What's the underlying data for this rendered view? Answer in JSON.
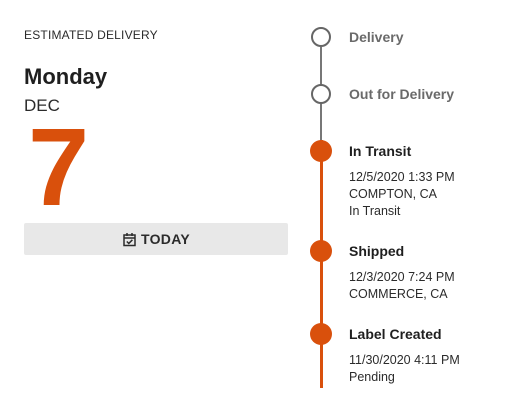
{
  "colors": {
    "accent": "#d9500c",
    "pending_line": "#777777",
    "button_bg": "#e8e8e8"
  },
  "estimate": {
    "label": "ESTIMATED DELIVERY",
    "weekday": "Monday",
    "month": "DEC",
    "day": "7",
    "today_button": {
      "icon": "calendar-check-icon",
      "label": "TODAY"
    }
  },
  "tracking": {
    "steps": [
      {
        "title": "Delivery",
        "status": "pending",
        "details": []
      },
      {
        "title": "Out for Delivery",
        "status": "pending",
        "details": []
      },
      {
        "title": "In Transit",
        "status": "complete",
        "details": [
          "12/5/2020 1:33 PM",
          "COMPTON, CA",
          "In Transit"
        ]
      },
      {
        "title": "Shipped",
        "status": "complete",
        "details": [
          "12/3/2020 7:24 PM",
          "COMMERCE, CA"
        ]
      },
      {
        "title": "Label Created",
        "status": "complete",
        "details": [
          "11/30/2020 4:11 PM",
          "Pending"
        ]
      }
    ]
  }
}
